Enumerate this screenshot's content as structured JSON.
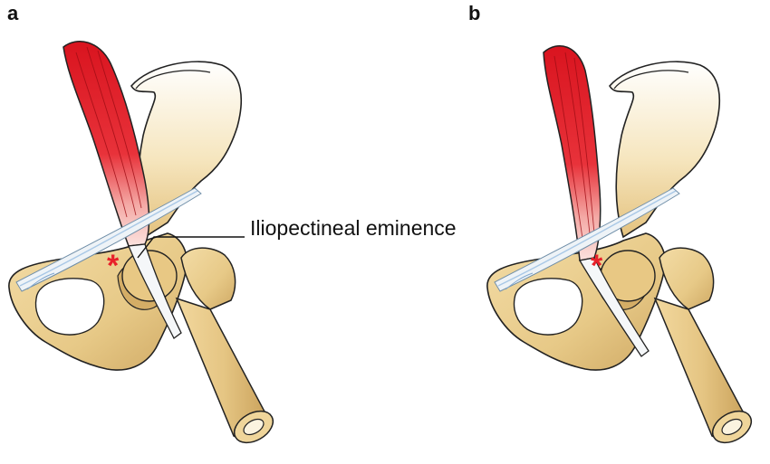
{
  "panels": [
    {
      "label": "a"
    },
    {
      "label": "b"
    }
  ],
  "callout": {
    "text": "Iliopectineal eminence"
  },
  "marker": {
    "glyph": "*",
    "color": "#e8202a"
  },
  "colors": {
    "bone_fill": "#e9cd90",
    "bone_shade": "#c9a25a",
    "bone_stroke": "#222222",
    "muscle_red": "#e5202a",
    "muscle_light": "#f6c3bd",
    "tendon": "#eef3f6",
    "ligament_blue": "#a9c8e6"
  }
}
